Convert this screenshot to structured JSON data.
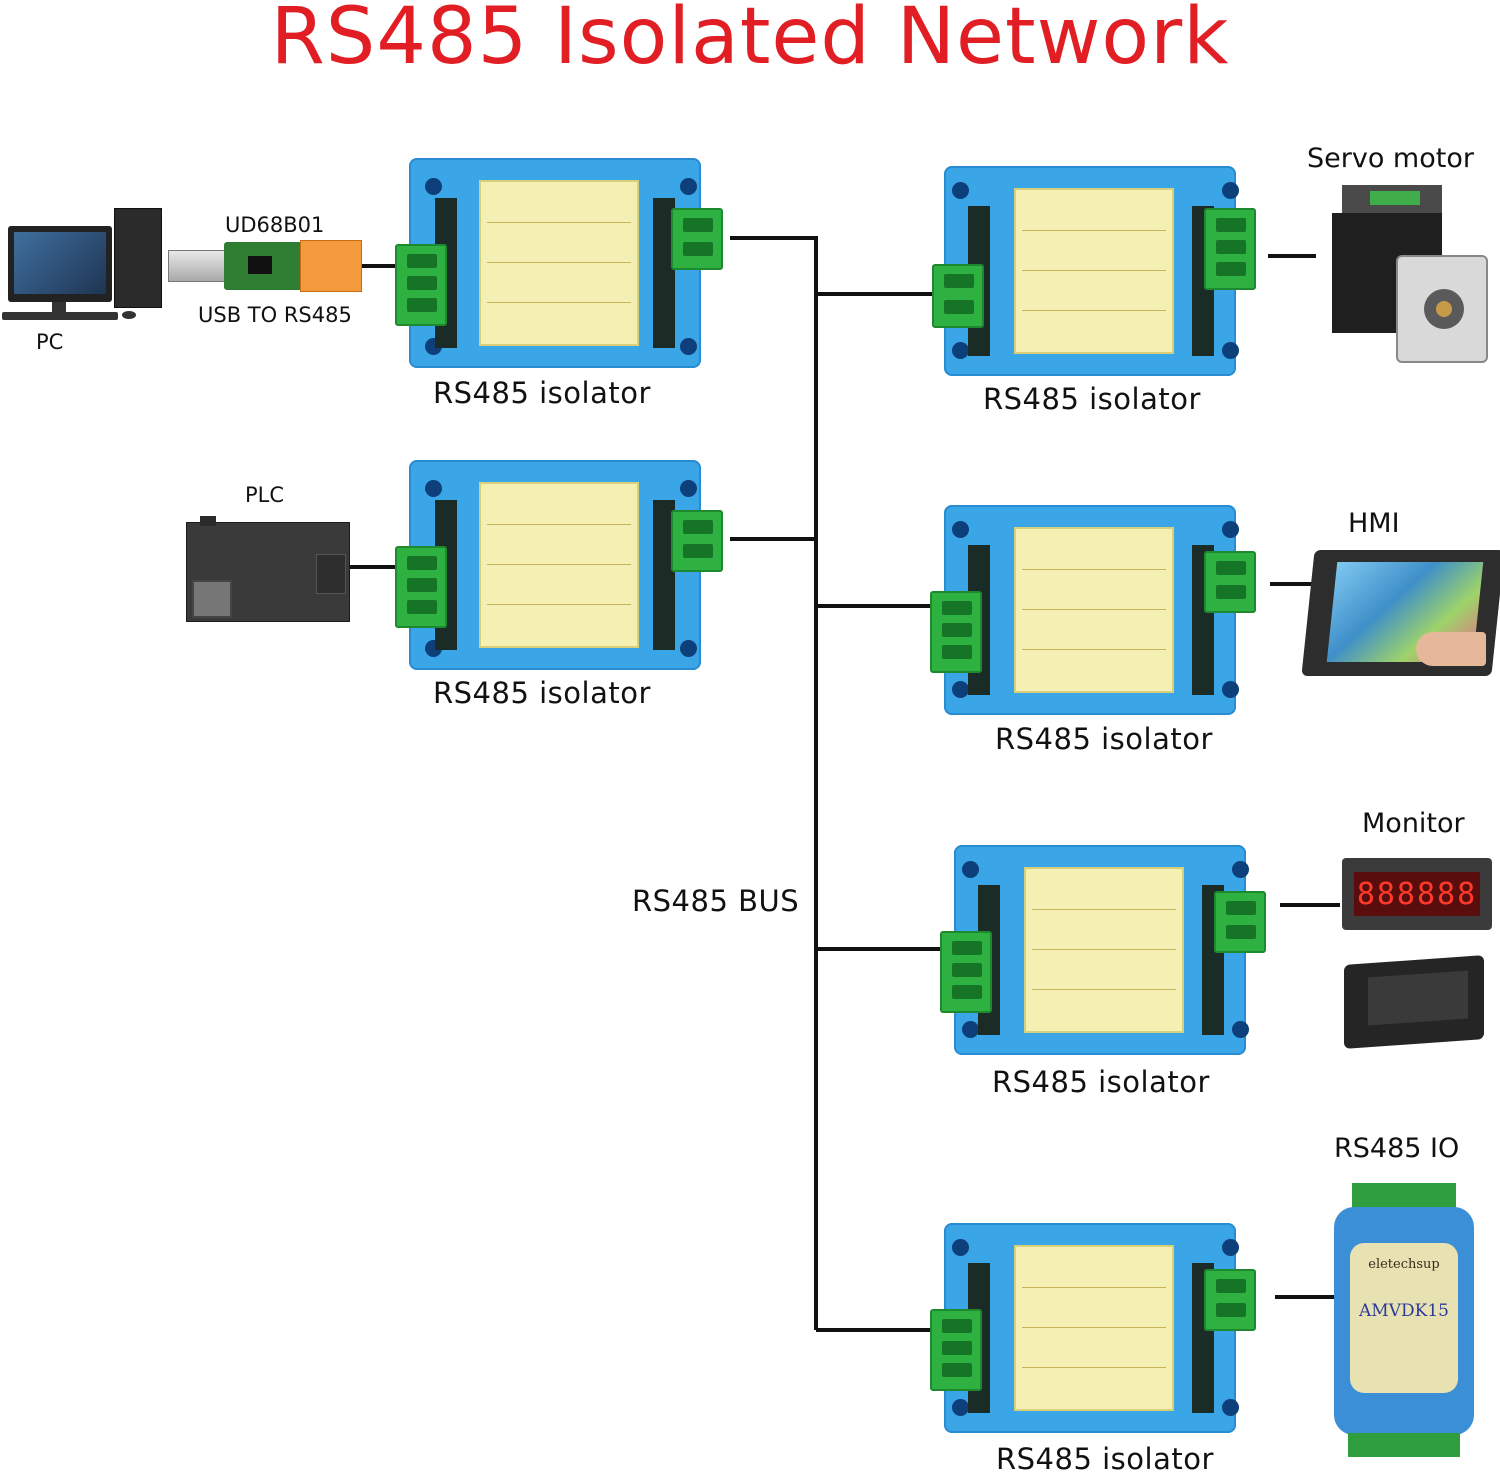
{
  "title": "RS485 Isolated Network",
  "bus_label": "RS485 BUS",
  "isolators": [
    {
      "label": "RS485 isolator"
    },
    {
      "label": "RS485 isolator"
    },
    {
      "label": "RS485 isolator"
    },
    {
      "label": "RS485 isolator"
    },
    {
      "label": "RS485 isolator"
    },
    {
      "label": "RS485 isolator"
    }
  ],
  "devices": {
    "pc": "PC",
    "usb_model": "UD68B01",
    "usb_desc": "USB TO RS485",
    "plc": "PLC",
    "servo": "Servo motor",
    "hmi": "HMI",
    "monitor": "Monitor",
    "monitor_display": "888888",
    "rs485_io": "RS485 IO",
    "io_brand": "eletechsup",
    "io_model": "AMVDK15"
  },
  "colors": {
    "title": "#e01e24",
    "isolator_body": "#3aa6e8",
    "terminal": "#2fb142",
    "wire": "#111111"
  }
}
